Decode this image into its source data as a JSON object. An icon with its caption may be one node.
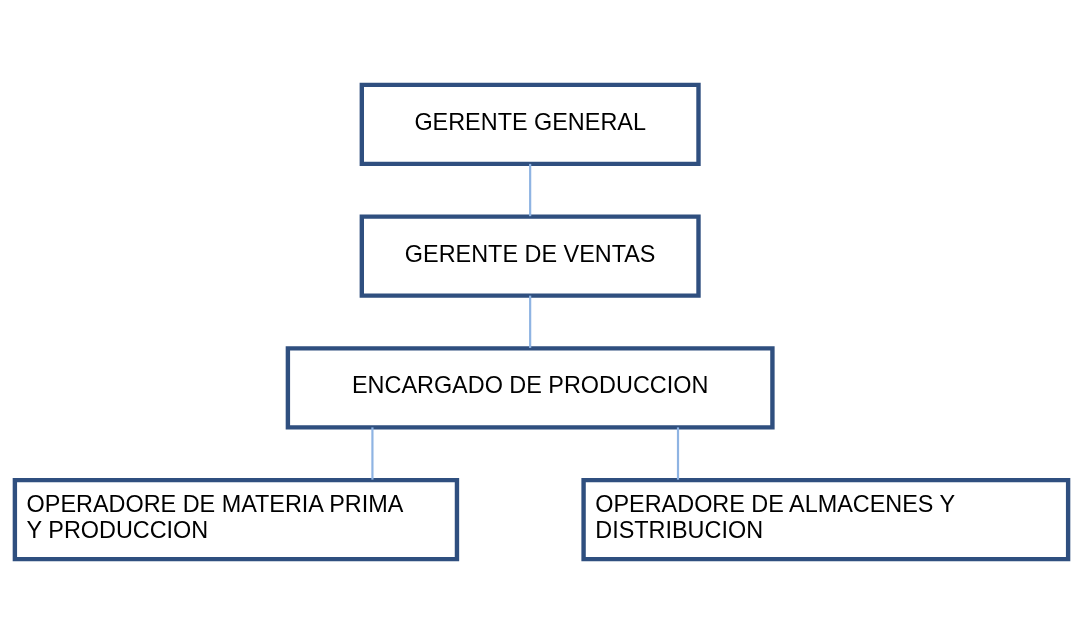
{
  "diagram": {
    "nodes": [
      {
        "text": [
          "GERENTE GENERAL"
        ]
      },
      {
        "text": [
          "GERENTE DE VENTAS"
        ]
      },
      {
        "text": [
          "ENCARGADO DE PRODUCCION"
        ]
      },
      {
        "text": [
          "OPERADORE DE MATERIA PRIMA Y PRODUCCION"
        ]
      },
      {
        "text": [
          "OPERADORE DE ALMACENES Y DISTRIBUCION"
        ]
      }
    ],
    "edges": [
      {
        "from": 0,
        "to": 1,
        "arrow": "none"
      },
      {
        "from": 1,
        "to": 2,
        "arrow": "none"
      },
      {
        "from": 2,
        "to": 3,
        "arrow": "none"
      },
      {
        "from": 2,
        "to": 4,
        "arrow": "none"
      }
    ]
  }
}
